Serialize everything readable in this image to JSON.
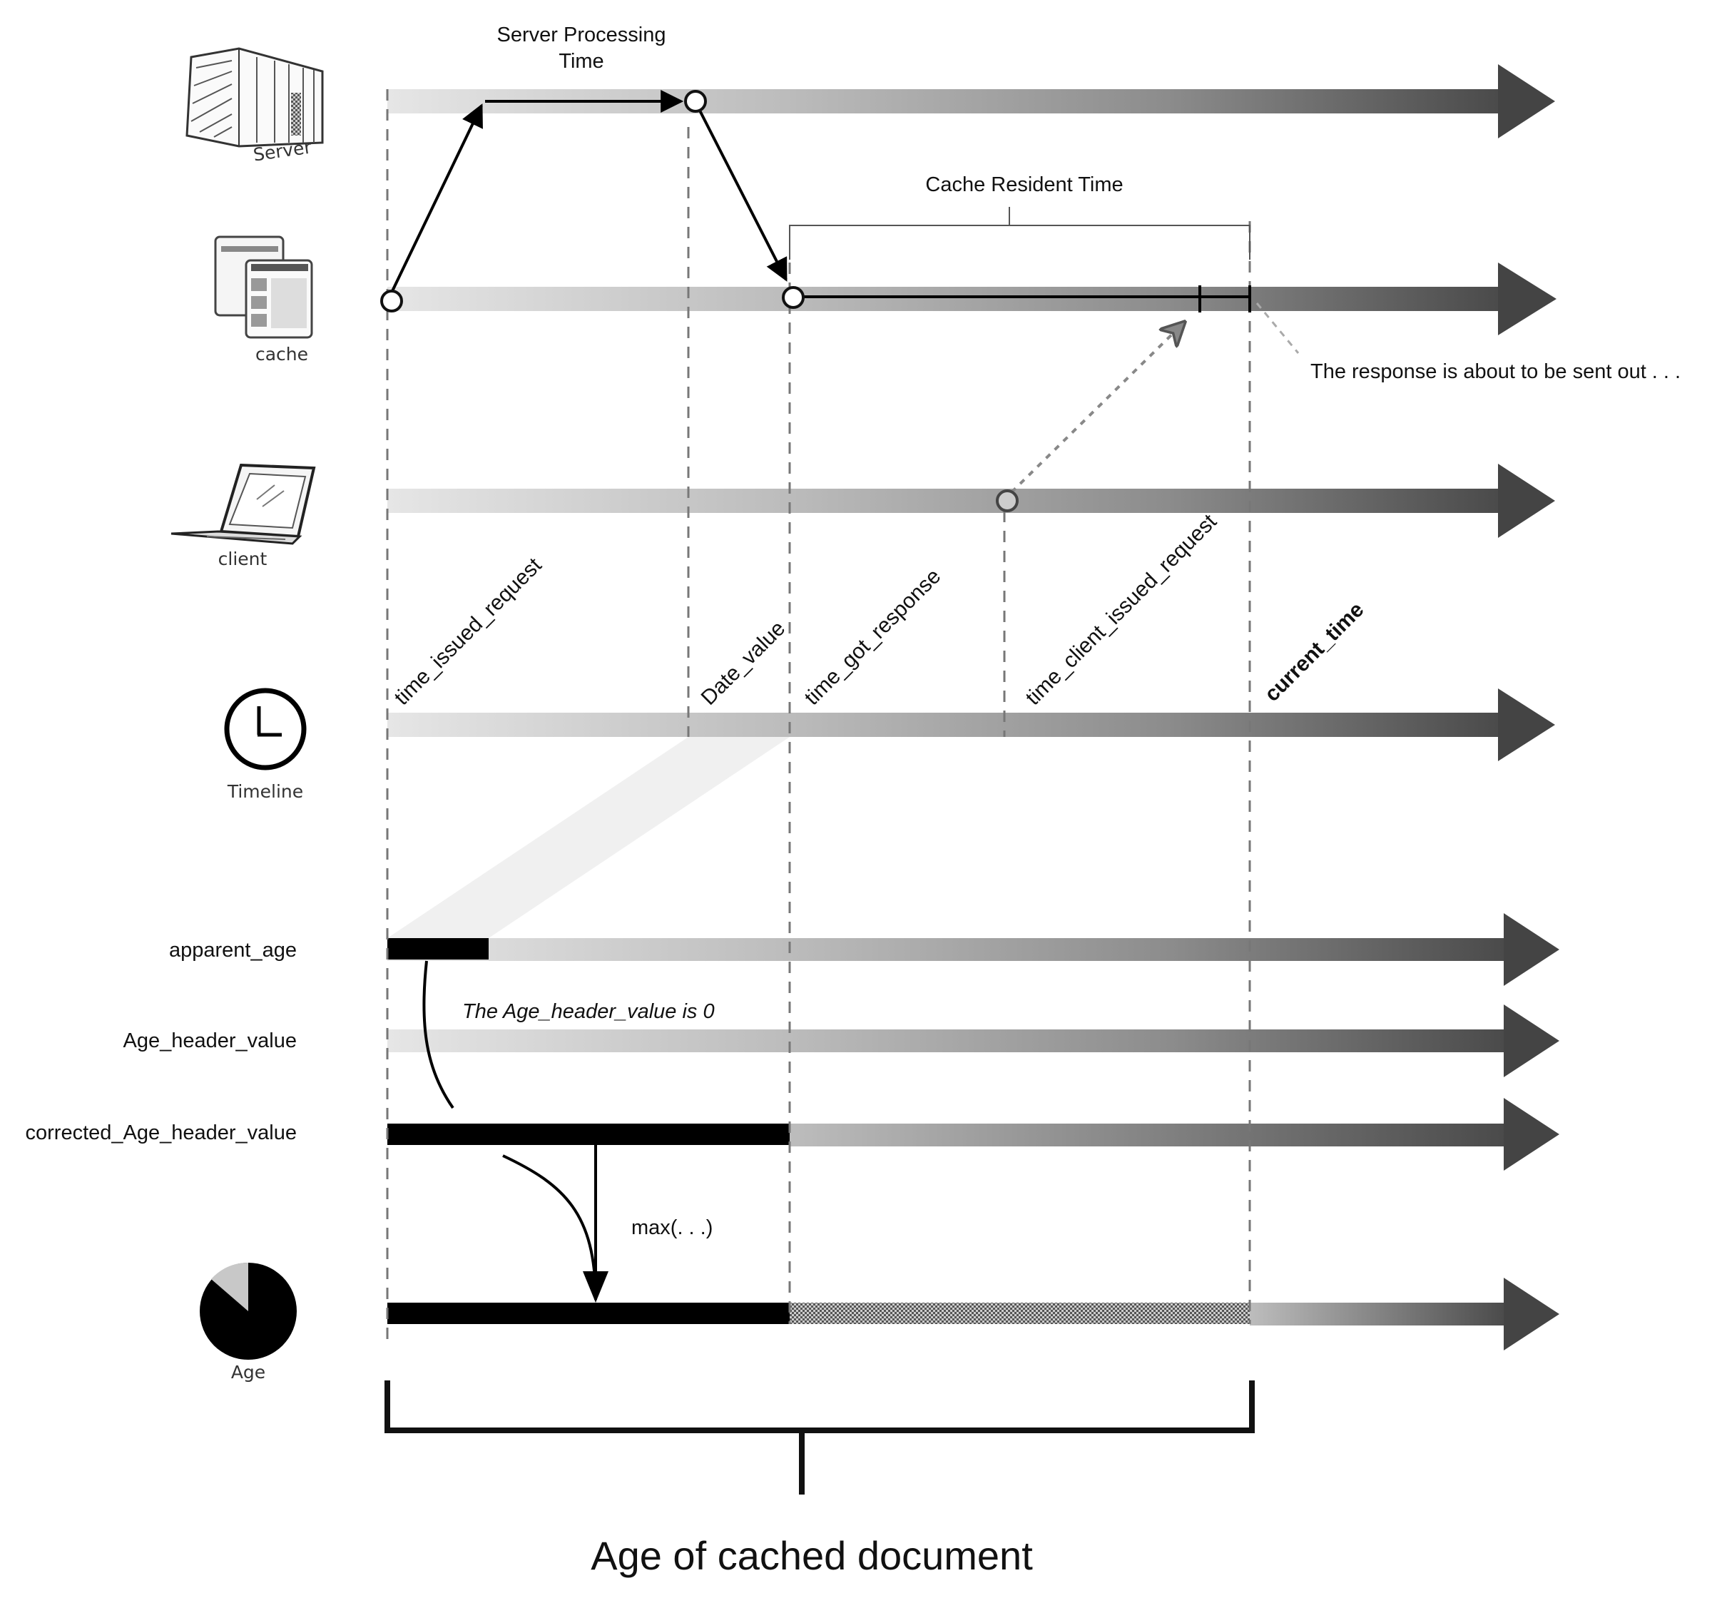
{
  "actors": {
    "server": "Server",
    "cache": "cache",
    "client": "client",
    "timeline": "Timeline",
    "age": "Age"
  },
  "annotations": {
    "server_processing_line1": "Server Processing",
    "server_processing_line2": "Time",
    "cache_resident_time": "Cache Resident Time",
    "response_sent_out": "The response is about to be sent out . . .",
    "age_header_zero": "The Age_header_value is 0",
    "max_fn": "max(. . .)"
  },
  "timestamps": {
    "time_issued_request": "time_issued_request",
    "date_value": "Date_value",
    "time_got_response": "time_got_response",
    "time_client_issued_request": "time_client_issued_request",
    "current_time": "current_time"
  },
  "rows": {
    "apparent_age": "apparent_age",
    "age_header_value": "Age_header_value",
    "corrected_age_header_value": "corrected_Age_header_value"
  },
  "footer": {
    "title": "Age of cached document"
  }
}
